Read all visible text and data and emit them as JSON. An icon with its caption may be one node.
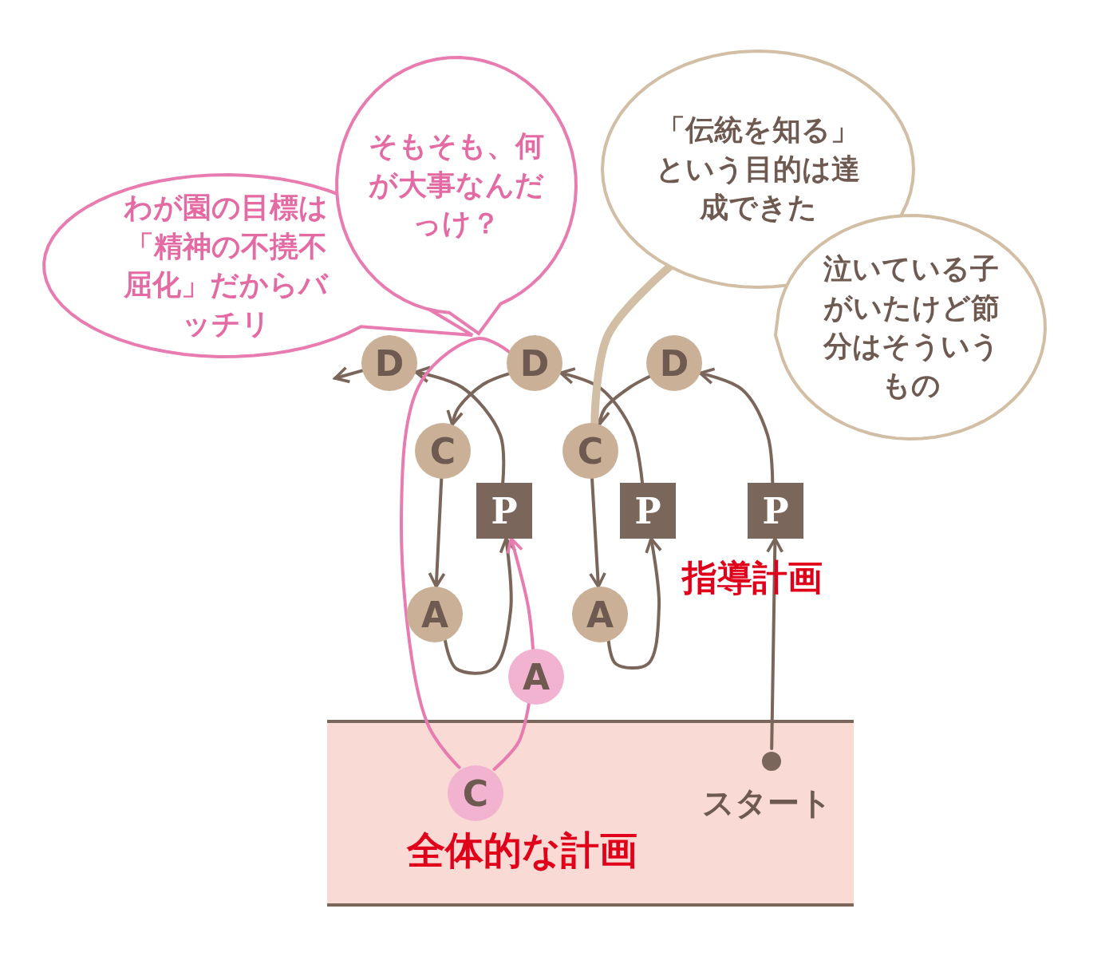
{
  "diagram": {
    "nodes": [
      {
        "text": [
          "わが園の目標は「精神の不撓不屈化」だからバッチリ"
        ]
      },
      {
        "text": [
          "そもそも、何が大事なんだっけ？"
        ]
      },
      {
        "text": [
          "「伝統を知る」という目的は達成できた"
        ]
      },
      {
        "text": [
          "泣いている子がいたけど節分はそういうもの"
        ]
      },
      {
        "text": [
          "D"
        ]
      },
      {
        "text": [
          "D"
        ]
      },
      {
        "text": [
          "D"
        ]
      },
      {
        "text": [
          "C"
        ]
      },
      {
        "text": [
          "C"
        ]
      },
      {
        "text": [
          "P"
        ]
      },
      {
        "text": [
          "P"
        ]
      },
      {
        "text": [
          "P"
        ]
      },
      {
        "text": [
          "A"
        ]
      },
      {
        "text": [
          "A"
        ]
      },
      {
        "text": [
          "A"
        ]
      },
      {
        "text": [
          "全体的な計画"
        ]
      },
      {
        "text": [
          "C"
        ],
        "in": 15
      },
      {
        "text": [],
        "shape": "circle",
        "in": 15,
        "beside": [
          "スタート"
        ]
      }
    ],
    "edges": [
      {
        "from": 17,
        "to": 11,
        "arrow": "to"
      },
      {
        "from": 11,
        "to": 6,
        "arrow": "to"
      },
      {
        "from": 6,
        "to": 8,
        "arrow": "to"
      },
      {
        "from": 8,
        "to": 13,
        "arrow": "to"
      },
      {
        "from": 13,
        "to": 10,
        "arrow": "to"
      },
      {
        "from": 10,
        "to": 5,
        "arrow": "to"
      },
      {
        "from": 5,
        "to": 7,
        "arrow": "to"
      },
      {
        "from": 7,
        "to": 12,
        "arrow": "to"
      },
      {
        "from": 12,
        "to": 9,
        "arrow": "to"
      },
      {
        "from": 9,
        "to": 4,
        "arrow": "to"
      },
      {
        "from": 4,
        "to": null,
        "arrow": "to"
      },
      {
        "from": 16,
        "to": 14,
        "arrow": "none",
        "color": "#e87bb0"
      },
      {
        "from": 14,
        "to": 9,
        "arrow": "to",
        "color": "#e87bb0"
      },
      {
        "from": 16,
        "to": 5,
        "arrow": "none",
        "color": "#e87bb0"
      },
      {
        "from": 2,
        "to": 8,
        "arrow": "none",
        "style": "thick",
        "color": "#d2bea4"
      }
    ],
    "labels": [
      "指導計画"
    ]
  }
}
